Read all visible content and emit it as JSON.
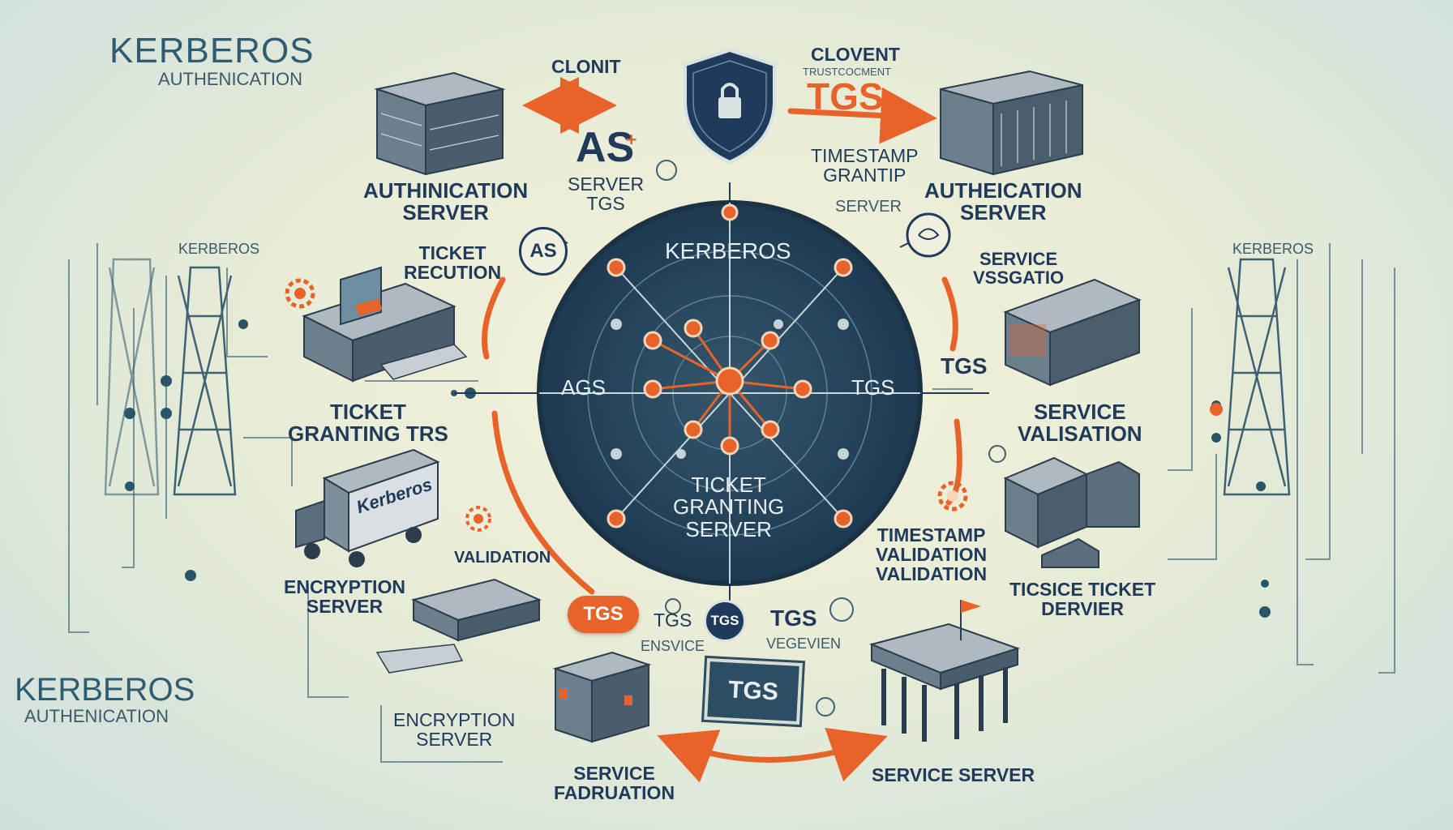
{
  "colors": {
    "navy": "#1f3a5a",
    "orange": "#e8632a",
    "teal": "#3d6b7e",
    "background": "#f3f1dd"
  },
  "title_top": {
    "line1": "KERBEROS",
    "line2": "AUTHENICATION"
  },
  "title_bottom": {
    "line1": "KERBEROS",
    "line2": "AUTHENICATION"
  },
  "top": {
    "clonit": "CLONIT",
    "clovent": "CLOVENT",
    "clovent_sub": "TRUSTCOCMENT",
    "tgs_orange": "TGS",
    "as_big": "AS",
    "as_plus": "+",
    "server_tgs": "SERVER\nTGS",
    "timestamp": "TIMESTAMP\nGRANTIP",
    "server_small": "SERVER"
  },
  "left_labels": {
    "auth_server": "AUTHINICATION\nSERVER",
    "ticket_recution": "TICKET\nRECUTION",
    "ticket_granting_trs": "TICKET\nGRANTING TRS",
    "validation": "VALIDATION",
    "encryption_server_1": "ENCRYPTION\nSERVER",
    "encryption_server_2": "ENCRYPTION\nSERVER",
    "truck_text": "Kerberos",
    "tower_left": "KERBEROS"
  },
  "right_labels": {
    "auth_server": "AUTHEICATION\nSERVER",
    "service_vssgatio": "SERVICE\nVSSGATIO",
    "tgs_right": "TGS",
    "service_validation": "SERVICE\nVALISATION",
    "timestamp_validation": "TIMESTAMP\nVALIDATION\nVALIDATION",
    "ticsice": "TICSICE TICKET\nDERVIER",
    "tower_right": "KERBEROS"
  },
  "wheel": {
    "top": "KERBEROS",
    "left": "AGS",
    "right": "TGS",
    "bottom": "TICKET\nGRANTING\nSERVER",
    "as_node": "AS"
  },
  "bottom": {
    "tgs_pill": "TGS",
    "tgs_node": "TGS",
    "tgs_a": "TGS",
    "envice": "ENSVICE",
    "tgs_b": "TGS",
    "vegevien": "VEGEVIEN",
    "tgs_sign": "TGS",
    "service_fadruation": "SERVICE\nFADRUATION",
    "service_server": "SERVICE SERVER"
  }
}
